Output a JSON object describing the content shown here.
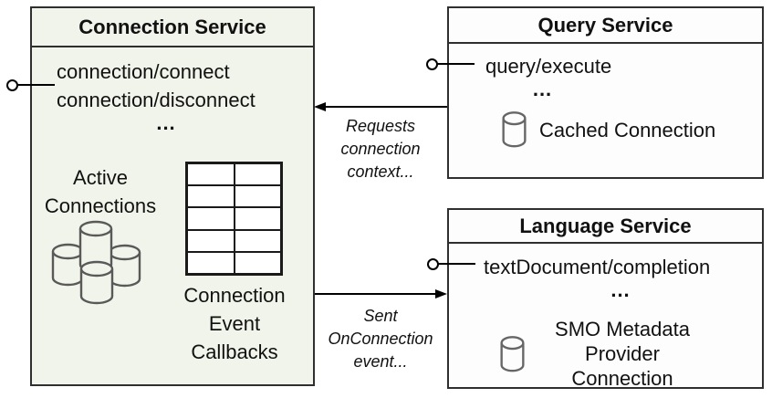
{
  "colors": {
    "canvas_bg": "#ffffff",
    "connection_box_fill": "#f1f4ea",
    "service_box_fill": "#fdfdfd",
    "box_border": "#2f2f2f",
    "arrow": "#000000",
    "database_icon_stroke": "#666666",
    "cluster_icon_stroke": "#595959",
    "text": "#111111"
  },
  "icons": {
    "database_cluster": "database-cluster-icon",
    "database": "database-icon",
    "port": "lollipop-port-icon"
  },
  "connection_service": {
    "title": "Connection Service",
    "methods": [
      "connection/connect",
      "connection/disconnect"
    ],
    "ellipsis": "...",
    "active_connections_lines": [
      "Active",
      "Connections"
    ],
    "callbacks_lines": [
      "Connection",
      "Event",
      "Callbacks"
    ],
    "table": {
      "rows": 5,
      "cols": 2
    }
  },
  "query_service": {
    "title": "Query Service",
    "method": "query/execute",
    "ellipsis": "...",
    "cached_connection_label": "Cached Connection"
  },
  "language_service": {
    "title": "Language Service",
    "method": "textDocument/completion",
    "ellipsis": "...",
    "provider_lines": [
      "SMO Metadata",
      "Provider Connection"
    ]
  },
  "arrows": {
    "requests_connection": {
      "direction": "right-to-left",
      "label_lines": [
        "Requests",
        "connection",
        "context..."
      ]
    },
    "sent_on_connection": {
      "direction": "left-to-right",
      "label_lines": [
        "Sent",
        "OnConnection",
        "event..."
      ]
    }
  }
}
